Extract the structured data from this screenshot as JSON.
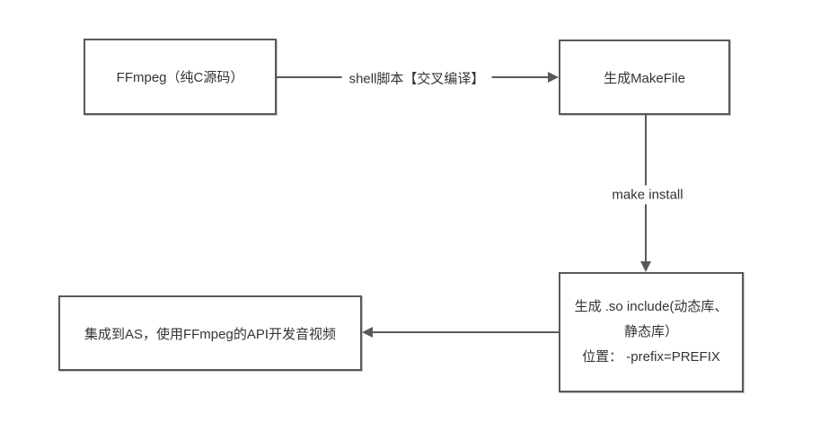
{
  "diagram": {
    "title": "FFmpeg cross-compile flowchart",
    "colors": {
      "line": "#595959",
      "node_border": "#595959",
      "text": "#333333",
      "canvas_background": "#ffffff"
    },
    "nodes": {
      "ffmpeg_source": {
        "label": "FFmpeg（纯C源码）"
      },
      "make_file": {
        "label": "生成MakeFile"
      },
      "so_output": {
        "line1": "生成 .so include(动态库、",
        "line2": "静态库）",
        "line3": "位置： -prefix=PREFIX"
      },
      "as_integration": {
        "label": "集成到AS，使用FFmpeg的API开发音视频"
      }
    },
    "edges": {
      "cross_compile": {
        "label": "shell脚本【交叉编译】"
      },
      "make_install": {
        "label": "make install"
      }
    }
  }
}
